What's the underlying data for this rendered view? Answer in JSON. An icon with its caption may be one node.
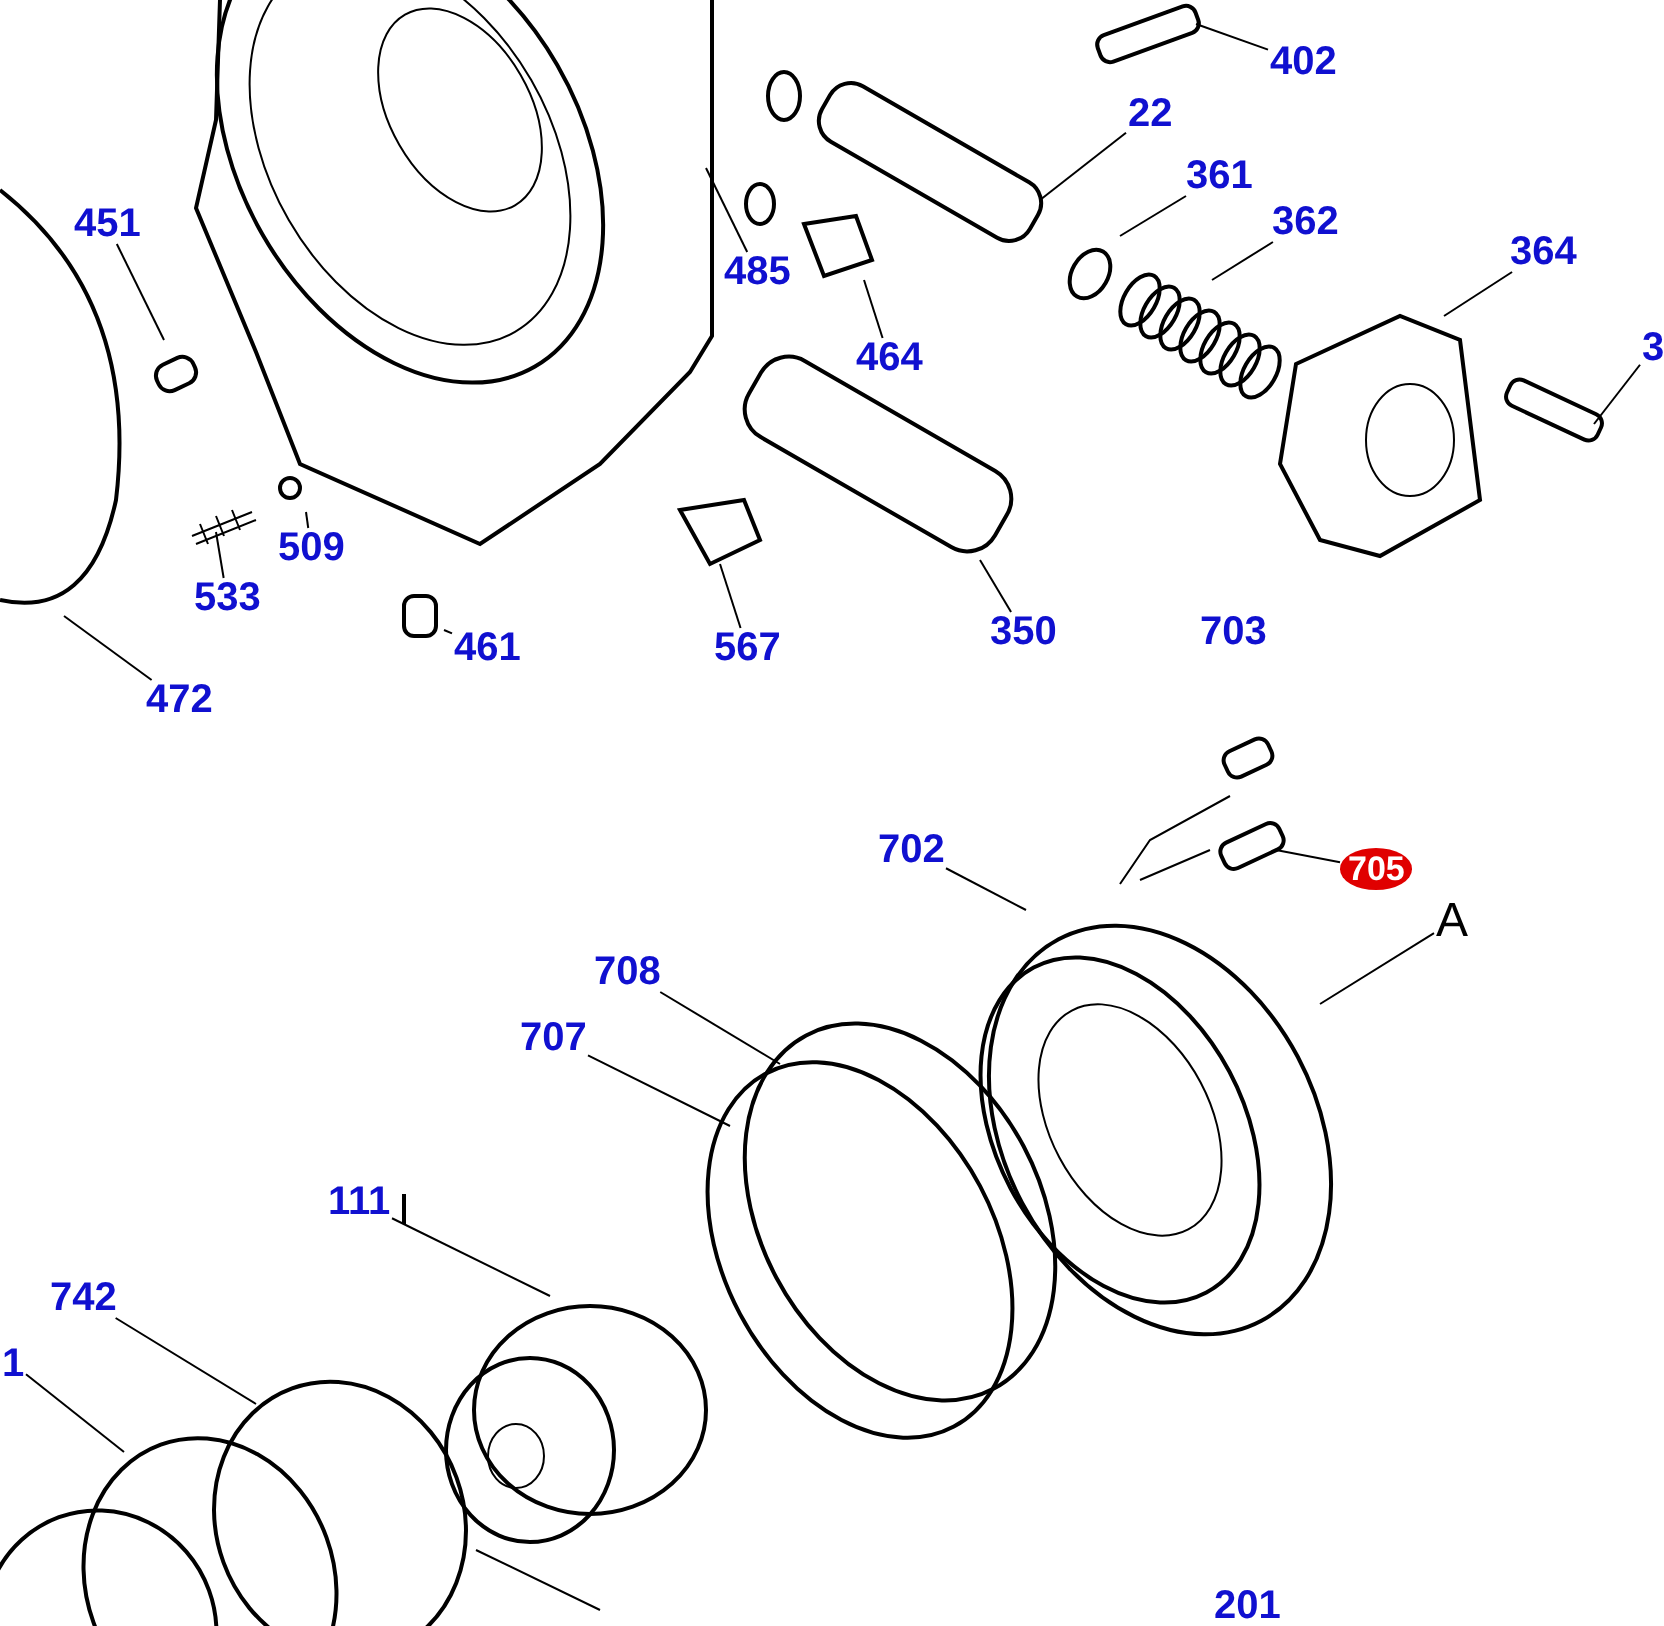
{
  "diagram": {
    "nodes": [
      {
        "text": [
          "451"
        ]
      },
      {
        "text": [
          "485"
        ]
      },
      {
        "text": [
          "509"
        ]
      },
      {
        "text": [
          "533"
        ]
      },
      {
        "text": [
          "472"
        ]
      },
      {
        "text": [
          "461"
        ]
      },
      {
        "text": [
          "567"
        ]
      },
      {
        "text": [
          "402"
        ]
      },
      {
        "text": [
          "22"
        ]
      },
      {
        "text": [
          "361"
        ]
      },
      {
        "text": [
          "362"
        ]
      },
      {
        "text": [
          "364"
        ]
      },
      {
        "text": [
          "3"
        ]
      },
      {
        "text": [
          "464"
        ]
      },
      {
        "text": [
          "350"
        ]
      },
      {
        "text": [
          "703"
        ]
      },
      {
        "text": [
          "702"
        ]
      },
      {
        "text": [
          "705"
        ]
      },
      {
        "text": [
          "A"
        ]
      },
      {
        "text": [
          "708"
        ]
      },
      {
        "text": [
          "707"
        ]
      },
      {
        "text": [
          "111"
        ]
      },
      {
        "text": [
          "742"
        ]
      },
      {
        "text": [
          "1"
        ]
      },
      {
        "text": [
          "201"
        ]
      }
    ],
    "edges": [
      {
        "from": 0,
        "to": null,
        "arrow": "none"
      },
      {
        "from": 1,
        "to": null,
        "arrow": "none"
      },
      {
        "from": 2,
        "to": null,
        "arrow": "none"
      },
      {
        "from": 3,
        "to": null,
        "arrow": "none"
      },
      {
        "from": 4,
        "to": null,
        "arrow": "none"
      },
      {
        "from": 5,
        "to": null,
        "arrow": "none"
      },
      {
        "from": 6,
        "to": null,
        "arrow": "none"
      },
      {
        "from": 7,
        "to": null,
        "arrow": "none"
      },
      {
        "from": 8,
        "to": null,
        "arrow": "none"
      },
      {
        "from": 9,
        "to": null,
        "arrow": "none"
      },
      {
        "from": 10,
        "to": null,
        "arrow": "none"
      },
      {
        "from": 11,
        "to": null,
        "arrow": "none"
      },
      {
        "from": 12,
        "to": null,
        "arrow": "none"
      },
      {
        "from": 13,
        "to": null,
        "arrow": "none"
      },
      {
        "from": 14,
        "to": null,
        "arrow": "none"
      },
      {
        "from": 16,
        "to": null,
        "arrow": "none"
      },
      {
        "from": 17,
        "to": null,
        "arrow": "none"
      },
      {
        "from": 18,
        "to": null,
        "arrow": "none"
      },
      {
        "from": 19,
        "to": null,
        "arrow": "none"
      },
      {
        "from": 20,
        "to": null,
        "arrow": "none"
      },
      {
        "from": 21,
        "to": null,
        "arrow": "none"
      },
      {
        "from": 22,
        "to": null,
        "arrow": "none"
      },
      {
        "from": 23,
        "to": null,
        "arrow": "none"
      }
    ]
  }
}
